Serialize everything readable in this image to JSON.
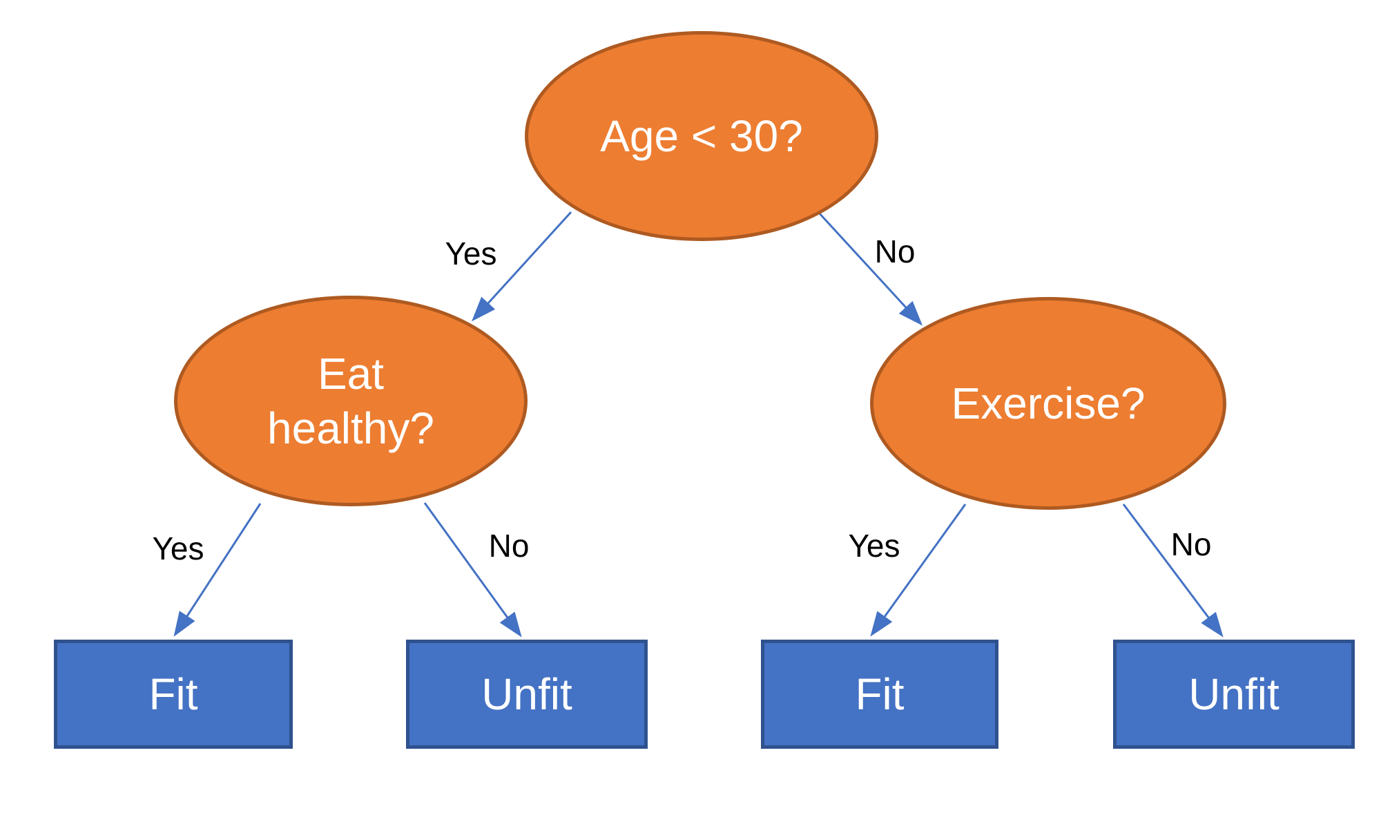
{
  "diagram": {
    "type": "decision-tree-flowchart",
    "background": "#ffffff",
    "colors": {
      "node_fill": "#ED7D31",
      "node_border": "#AE5A21",
      "node_text": "#FFFFFF",
      "leaf_fill": "#4472C4",
      "leaf_border": "#2F528F",
      "leaf_text": "#FFFFFF",
      "arrow": "#4472C4",
      "edge_label_text": "#000000"
    },
    "nodes": {
      "root": {
        "label": "Age < 30?"
      },
      "left": {
        "label": "Eat healthy?"
      },
      "right": {
        "label": "Exercise?"
      }
    },
    "leaves": {
      "left_yes": {
        "label": "Fit"
      },
      "left_no": {
        "label": "Unfit"
      },
      "right_yes": {
        "label": "Fit"
      },
      "right_no": {
        "label": "Unfit"
      }
    },
    "edge_labels": {
      "root_yes": "Yes",
      "root_no": "No",
      "left_yes": "Yes",
      "left_no": "No",
      "right_yes": "Yes",
      "right_no": "No"
    }
  }
}
